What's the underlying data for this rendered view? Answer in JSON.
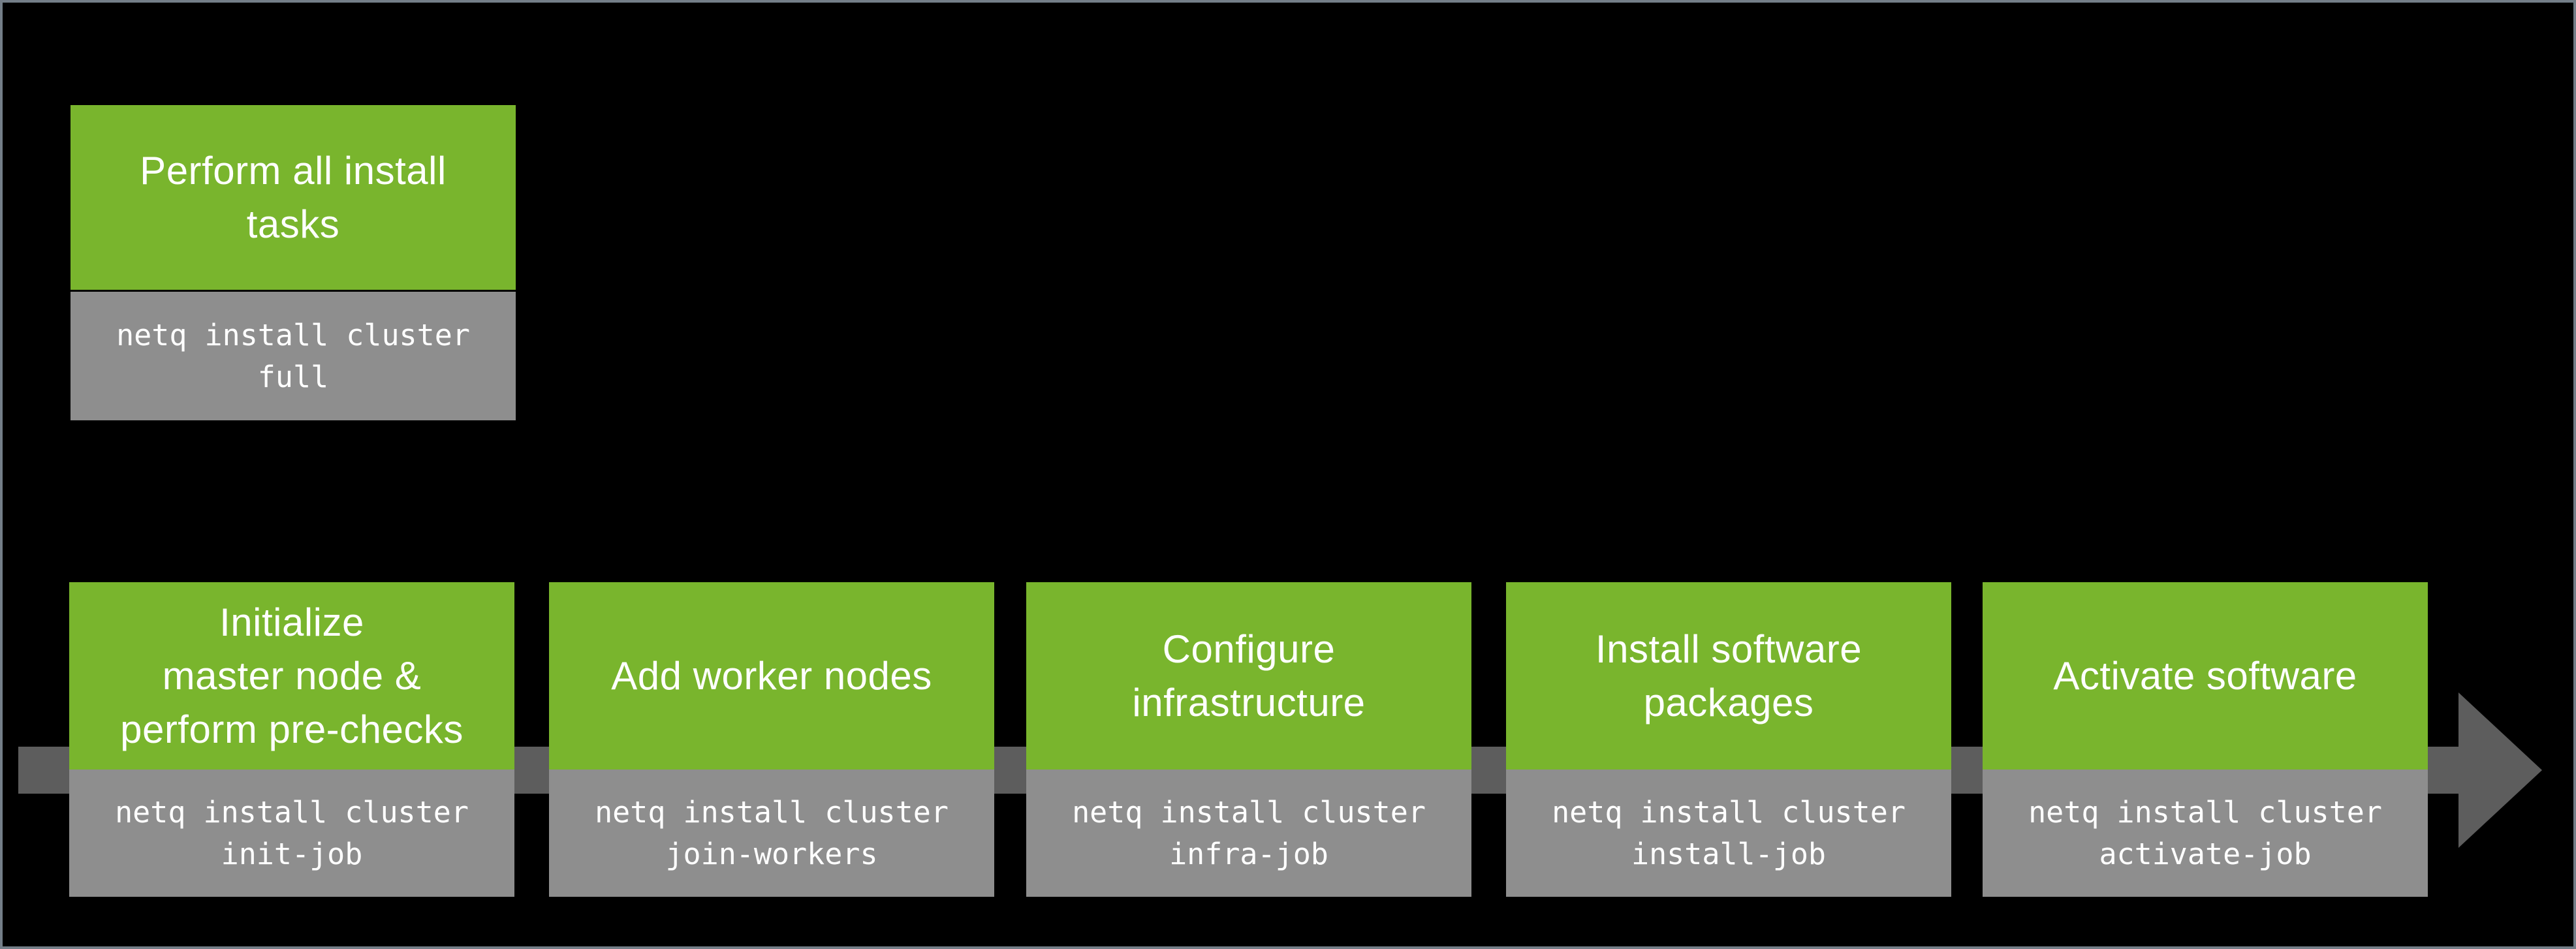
{
  "colors": {
    "green": "#79b52d",
    "command_gray": "#8e8e8e",
    "arrow_gray": "#5d5d5d",
    "background": "#000000",
    "border": "#747e88",
    "text": "#ffffff"
  },
  "flow": {
    "full_install": {
      "title": "Perform all install\ntasks",
      "command": "netq install cluster\nfull"
    },
    "steps": [
      {
        "title": "Initialize\nmaster node &\nperform pre-checks",
        "command": "netq install cluster\ninit-job"
      },
      {
        "title": "Add worker nodes",
        "command": "netq install cluster\njoin-workers"
      },
      {
        "title": "Configure\ninfrastructure",
        "command": "netq install cluster\ninfra-job"
      },
      {
        "title": "Install software\npackages",
        "command": "netq install cluster\ninstall-job"
      },
      {
        "title": "Activate software",
        "command": "netq install cluster\nactivate-job"
      }
    ],
    "arrow": {
      "direction": "right"
    }
  }
}
